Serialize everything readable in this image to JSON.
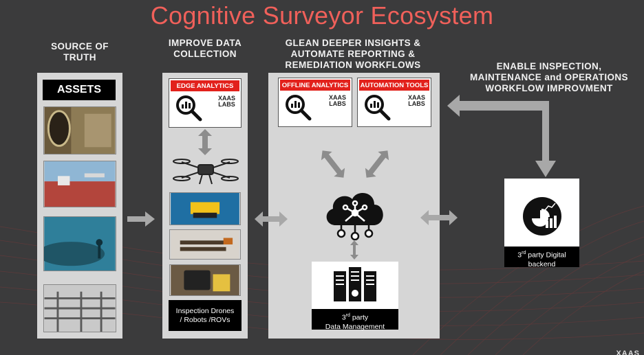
{
  "title": "Cognitive Surveyor  Ecosystem",
  "columns": {
    "source_of_truth": {
      "heading": "SOURCE OF TRUTH",
      "label": "ASSETS"
    },
    "improve_data": {
      "heading": "IMPROVE DATA COLLECTION",
      "tool": {
        "tag": "EDGE ANALYTICS",
        "brand_line1": "XAAS",
        "brand_line2": "LABS"
      },
      "caption": "Inspection Drones / Robots /ROVs"
    },
    "glean_insights": {
      "heading": "GLEAN DEEPER INSIGHTS & AUTOMATE REPORTING & REMEDIATION WORKFLOWS",
      "tools": [
        {
          "tag": "OFFLINE ANALYTICS",
          "brand_line1": "XAAS",
          "brand_line2": "LABS"
        },
        {
          "tag": "AUTOMATION TOOLS",
          "brand_line1": "XAAS",
          "brand_line2": "LABS"
        }
      ],
      "data_mgmt_caption_sup": "rd",
      "data_mgmt_caption_pre": "3",
      "data_mgmt_caption_post": " party",
      "data_mgmt_caption_line2": "Data Management"
    },
    "enable_inspection": {
      "heading": "ENABLE INSPECTION, MAINTENANCE and OPERATIONS WORKFLOW IMPROVMENT",
      "caption_pre": "3",
      "caption_sup": "rd",
      "caption_post": " party Digital",
      "caption_line2": "backend"
    }
  },
  "footer_mark": "XAAS",
  "colors": {
    "title": "#f0605a",
    "background": "#3b3b3c",
    "panel": "#d6d6d6",
    "tag": "#e2211c",
    "arrow": "#a8a8a8"
  },
  "icons": [
    "magnifier-chart-icon",
    "drone-icon",
    "cloud-network-icon",
    "server-icon",
    "pie-chart-icon"
  ]
}
